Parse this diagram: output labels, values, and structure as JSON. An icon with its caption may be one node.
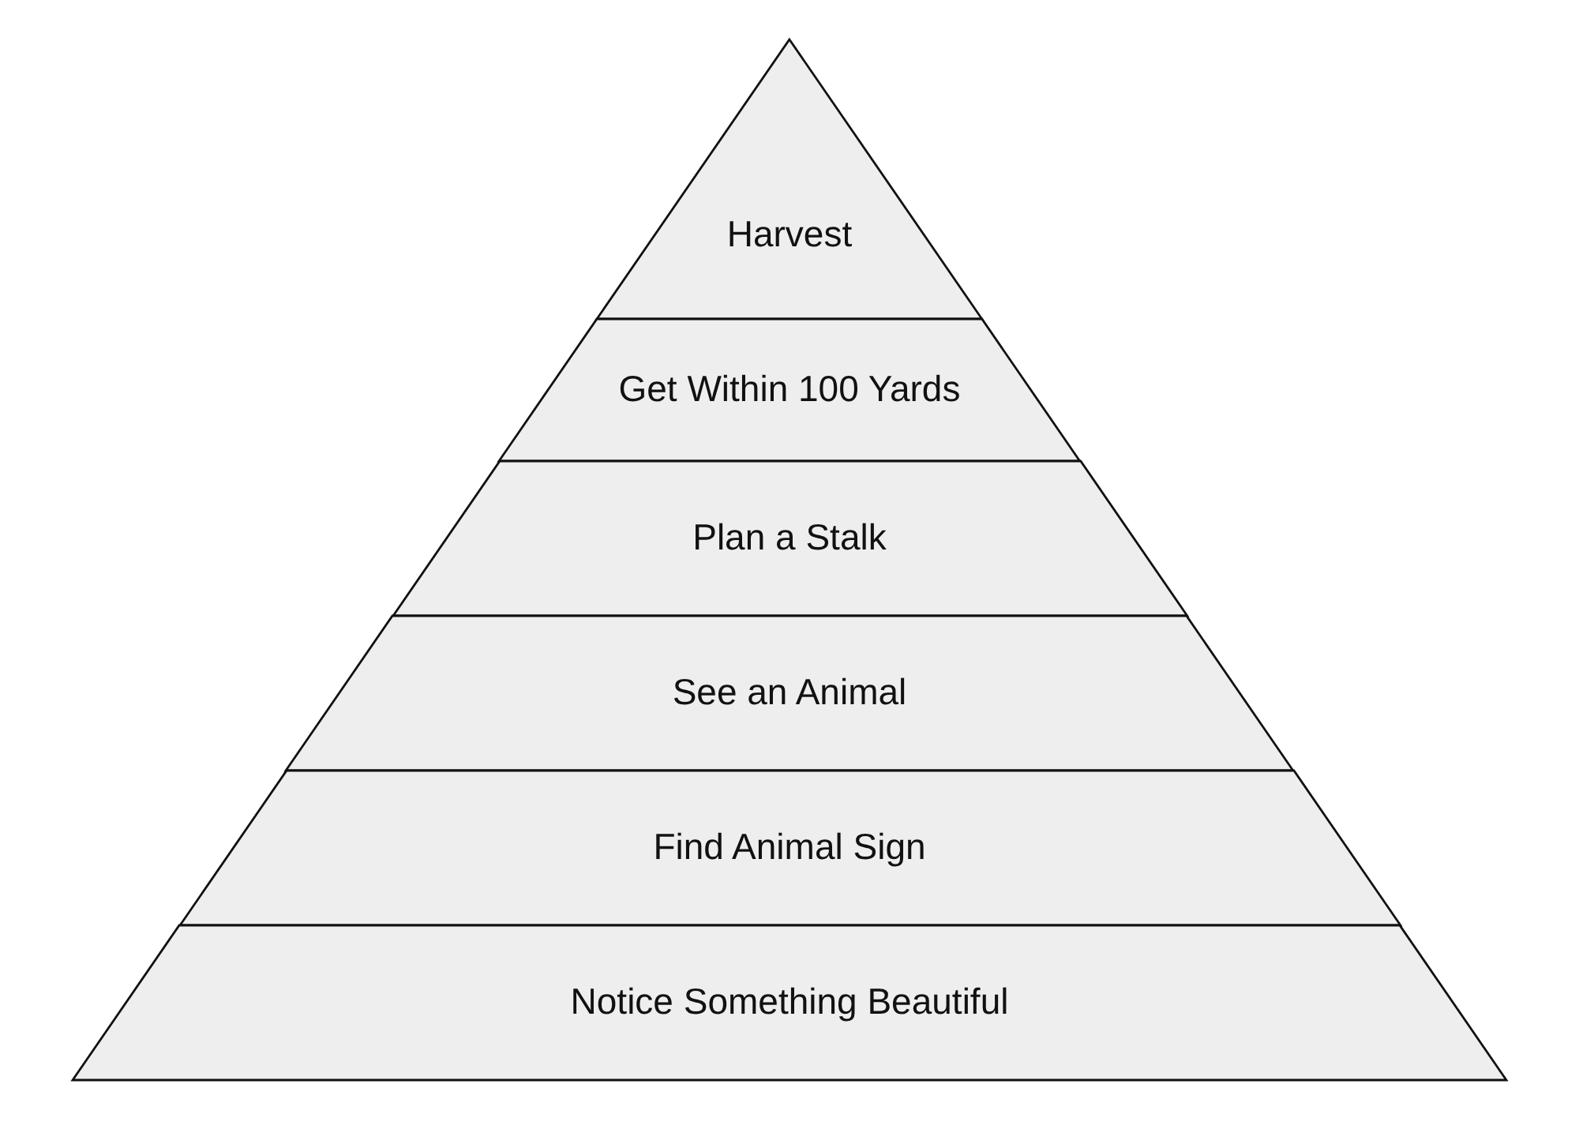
{
  "diagram": {
    "nodes": [
      {
        "text": [
          "Harvest"
        ]
      },
      {
        "text": [
          "Get Within 100 Yards"
        ]
      },
      {
        "text": [
          "Plan a Stalk"
        ]
      },
      {
        "text": [
          "See an Animal"
        ]
      },
      {
        "text": [
          "Find Animal Sign"
        ]
      },
      {
        "text": [
          "Notice Something Beautiful"
        ]
      }
    ]
  }
}
